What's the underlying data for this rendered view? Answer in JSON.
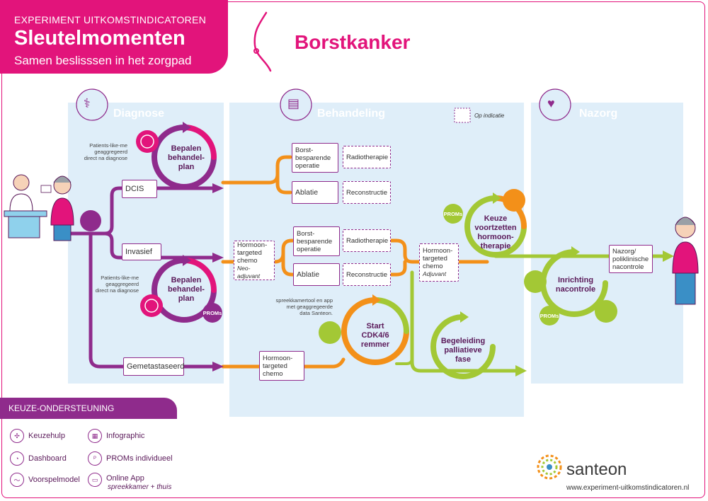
{
  "header": {
    "kicker": "EXPERIMENT UITKOMSTINDICATOREN",
    "title": "Sleutelmomenten",
    "subtitle": "Samen beslisssen in het zorgpad"
  },
  "topic": {
    "title": "Borstkanker"
  },
  "phases": {
    "diagnose": "Diagnose",
    "behandeling": "Behandeling",
    "nazorg": "Nazorg"
  },
  "op_indicatie": "Op indicatie",
  "boxes": {
    "dcis": "DCIS",
    "invasief": "Invasief",
    "gemetastaseerd": "Gemetastaseerd",
    "borst1": "Borst-\nbesparende\noperatie",
    "radio1": "Radiotherapie",
    "ablatie1": "Ablatie",
    "recon1": "Reconstructie",
    "hormoon_neo": "Hormoon-\ntargeted\nchemo",
    "hormoon_neo_sub": "Neo-adjuvant",
    "borst2": "Borst-\nbesparende\noperatie",
    "radio2": "Radiotherapie",
    "ablatie2": "Ablatie",
    "recon2": "Reconstructie",
    "hormoon_adj": "Hormoon-\ntargeted\nchemo",
    "hormoon_adj_sub": "Adjuvant",
    "hormoon_met": "Hormoon-\ntargeted\nchemo",
    "nazorg_box": "Nazorg/\npoliklinische\nnacontrole"
  },
  "nodes": {
    "bepalen1": "Bepalen\nbehandel-\nplan",
    "bepalen2": "Bepalen\nbehandel-\nplan",
    "keuze_hormoon": "Keuze\nvoortzetten\nhormoon-\ntherapie",
    "start_cdk": "Start\nCDK4/6\nremmer",
    "begeleiding": "Begeleiding\npalliatieve\nfase",
    "inrichting": "Inrichting\nnacontrole"
  },
  "notes": {
    "patients1": "Patients-like-me\ngeaggregeerd\ndirect na diagnose",
    "patients2": "Patients-like-me\ngeaggregeerd\ndirect na diagnose",
    "spreekkamer": "spreekkamertool en app\nmet geaggregeerde\ndata Santeon."
  },
  "badges": {
    "proms": "PROMs"
  },
  "keuze": {
    "heading": "KEUZE-ONDERSTEUNING",
    "items": [
      "Keuzehulp",
      "Infographic",
      "Dashboard",
      "PROMs individueel",
      "Voorspelmodel",
      "Online App"
    ],
    "online_sub": "spreekkamer + thuis"
  },
  "brand": {
    "name": "santeon",
    "website": "www.experiment-uitkomstindicatoren.nl"
  },
  "colors": {
    "magenta": "#e2147b",
    "purple": "#8f2b8c",
    "orange": "#f39019",
    "green": "#a3c835",
    "panel": "#dfeef9"
  },
  "icons": [
    "stethoscope-icon",
    "monitor-bed-icon",
    "heart-hands-icon",
    "dashboard-gauge-icon",
    "infographic-icon",
    "keuzehulp-icon",
    "voorspelmodel-icon",
    "online-app-icon",
    "female-symbol-icon"
  ]
}
